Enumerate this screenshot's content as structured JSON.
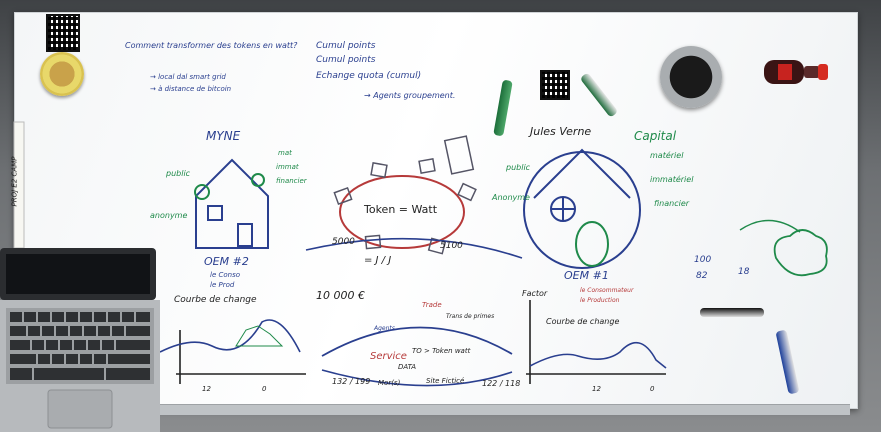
{
  "board": {
    "title_question": "Comment transformer des tokens en watt?",
    "bullet_1": "→ local dal smart grid",
    "bullet_2": "→ à distance de bitcoin",
    "top_list_1": "Cumul points",
    "top_list_2": "Cumul points",
    "top_list_3": "Echange quota (cumul)",
    "top_list_4": "→ Agents groupement.",
    "left_label": "MYNE",
    "left_public": "public",
    "left_anonymous": "anonyme",
    "left_words": [
      "mat",
      "immat",
      "financier"
    ],
    "left_caption_1": "OEM #2",
    "left_caption_2": "le Conso",
    "left_caption_3": "le Prod",
    "left_curve": "Courbe de change",
    "center_token": "Token = Watt",
    "center_num_1": "5000",
    "center_num_2": "5100",
    "center_num_3": "10 000 €",
    "center_equation": "= J / J",
    "center_cloud": "Trade",
    "center_agents": "Agents",
    "center_trades": "Trans de primes",
    "center_service_1": "Service",
    "center_service_2": "TO > Token watt",
    "center_data": "DATA",
    "center_site": "Site Ficticé",
    "center_bottom_left": "132 / 199",
    "center_bottom_right": "122 / 118",
    "center_moins": "Mor(s)",
    "right_label": "Jules Verne",
    "right_public": "public",
    "right_anonymous": "Anonyme",
    "right_capital": "Capital",
    "right_words": [
      "matériel",
      "immatériel",
      "financier"
    ],
    "right_caption_1": "OEM #1",
    "right_caption_2": "le Consommateur",
    "right_caption_3": "le Production",
    "right_factor": "Factor",
    "right_curve": "Courbe de change",
    "right_numbers": [
      "100",
      "82",
      "18"
    ],
    "axis_tick": "12",
    "axis_zero": "0",
    "side_vertical": "PROJ E2 CAMP"
  },
  "colors": {
    "ink_blue": "#2a3f8f",
    "ink_green": "#1f8a4a",
    "ink_red": "#b63a3a"
  },
  "objects": [
    "laptop-icon",
    "coffee-cup-icon",
    "pen-cup-icon",
    "soda-bottle-icon",
    "marker-icon",
    "qr-code-icon"
  ]
}
